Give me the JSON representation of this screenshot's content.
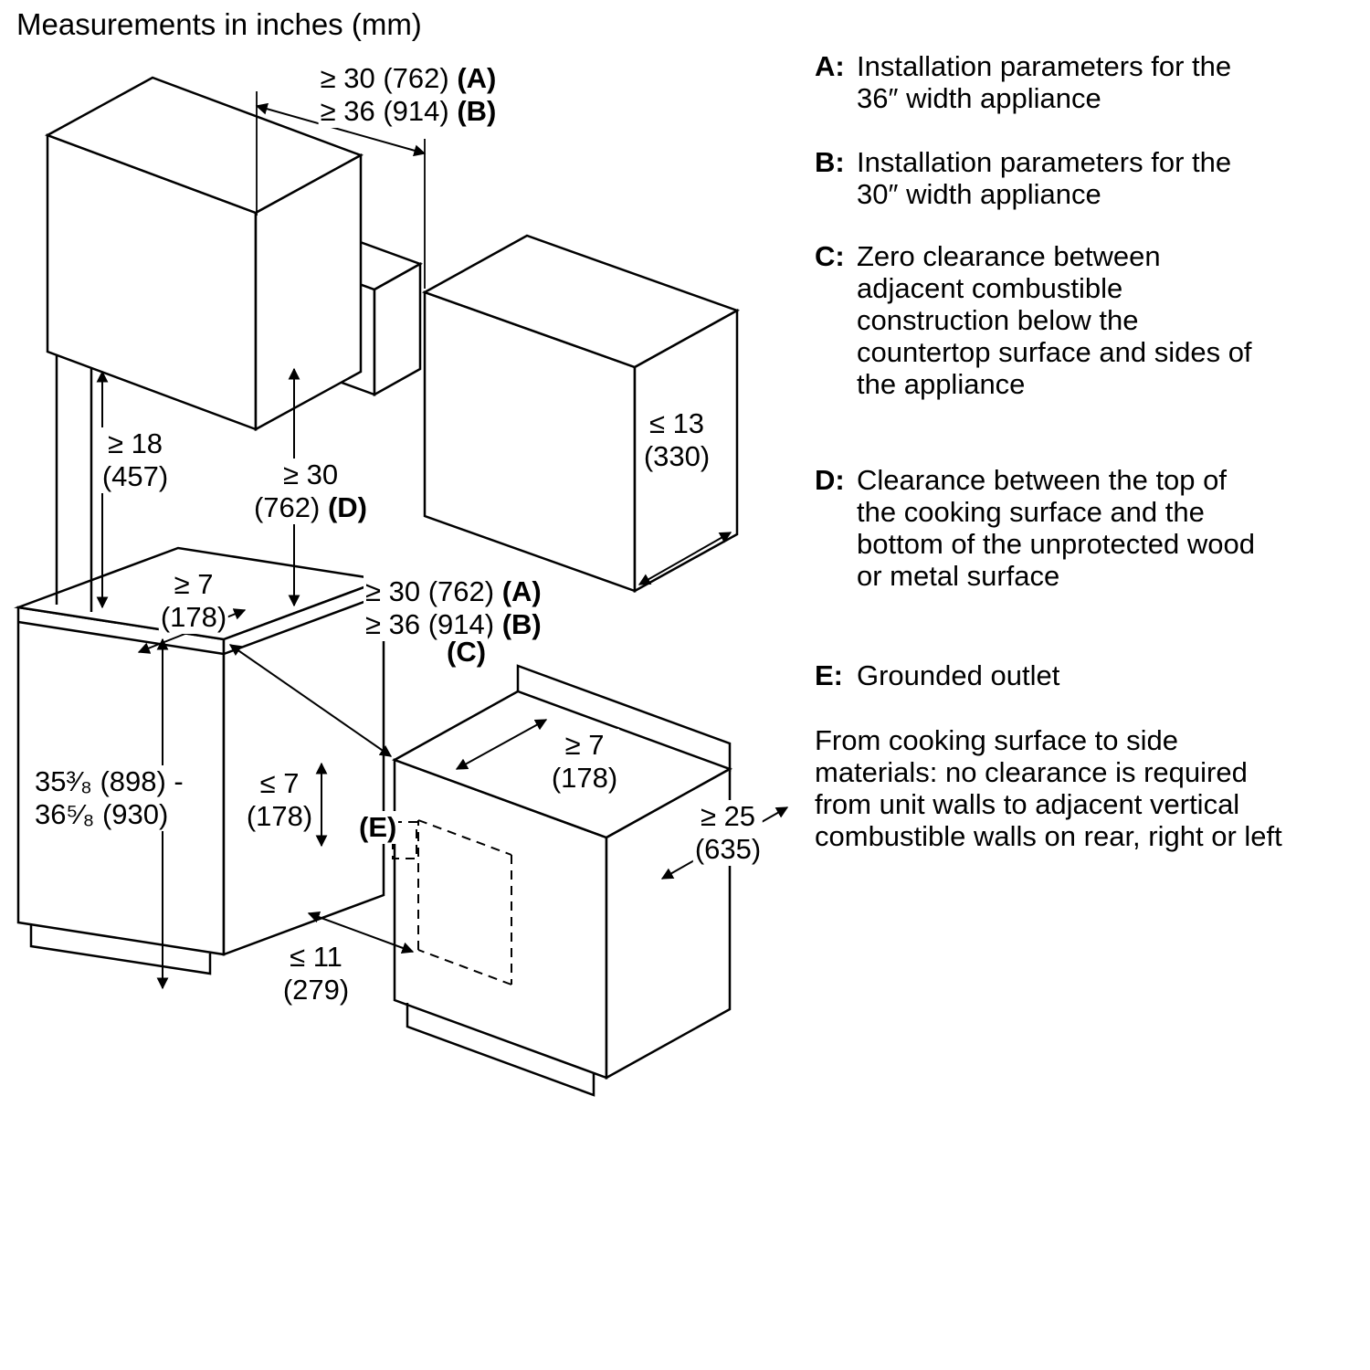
{
  "title": "Measurements in inches (mm)",
  "diagram": {
    "dims": {
      "top_a": {
        "text": "≥ 30 (762)",
        "ref": "(A)"
      },
      "top_b": {
        "text": "≥ 36 (914)",
        "ref": "(B)"
      },
      "hood_height": {
        "line1": "≥ 18",
        "line2": "(457)"
      },
      "hood_clearance": {
        "line1": "≥ 30",
        "line2": "(762)",
        "ref": "(D)"
      },
      "depth_13": {
        "line1": "≤ 13",
        "line2": "(330)"
      },
      "left_7": {
        "line1": "≥ 7",
        "line2": "(178)"
      },
      "mid_a": {
        "text": "≥ 30 (762)",
        "ref": "(A)"
      },
      "mid_b": {
        "text": "≥ 36 (914)",
        "ref": "(B)"
      },
      "c_ref": "(C)",
      "counter_height": {
        "line1": "35³⁄₈ (898) -",
        "line2": "36⁵⁄₈ (930)"
      },
      "outlet_7": {
        "line1": "≤ 7",
        "line2": "(178)"
      },
      "e_ref": "(E)",
      "right_7": {
        "line1": "≥ 7",
        "line2": "(178)"
      },
      "depth_25": {
        "line1": "≥ 25",
        "line2": "(635)"
      },
      "outlet_11": {
        "line1": "≤ 11",
        "line2": "(279)"
      }
    }
  },
  "legend": {
    "items": [
      {
        "letter": "A:",
        "text": "Installation parameters for the\n36″ width appliance"
      },
      {
        "letter": "B:",
        "text": "Installation parameters for the\n30″ width appliance"
      },
      {
        "letter": "C:",
        "text": "Zero clearance between\nadjacent combustible\nconstruction below the\ncountertop surface and sides of\nthe appliance"
      },
      {
        "letter": "D:",
        "text": "Clearance between the top of\nthe cooking surface and the\nbottom of the unprotected wood\nor metal surface"
      },
      {
        "letter": "E:",
        "text": "Grounded outlet"
      }
    ],
    "footer": "From cooking surface to side\nmaterials: no clearance is required\nfrom unit walls to adjacent vertical\ncombustible walls on rear, right or left"
  }
}
